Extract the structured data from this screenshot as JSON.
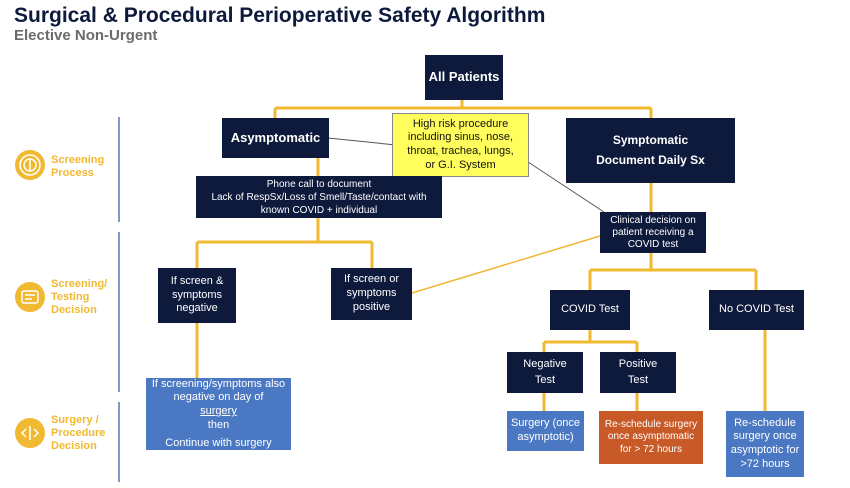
{
  "header": {
    "title": "Surgical & Procedural Perioperative Safety Algorithm",
    "subtitle": "Elective Non-Urgent"
  },
  "stages": [
    {
      "lines": [
        "Screening",
        "Process"
      ],
      "icon": "screening-icon"
    },
    {
      "lines": [
        "Screening/",
        "Testing",
        "Decision"
      ],
      "icon": "testing-icon"
    },
    {
      "lines": [
        "Surgery /",
        "Procedure",
        "Decision"
      ],
      "icon": "decision-arrows-icon"
    }
  ],
  "boxes": {
    "all_patients": {
      "lines": [
        "All Patients"
      ]
    },
    "asymptomatic": {
      "lines": [
        "Asymptomatic"
      ]
    },
    "high_risk": {
      "lines": [
        "High risk procedure",
        "including sinus, nose,",
        "throat, trachea, lungs,",
        "or G.I. System"
      ]
    },
    "symptomatic": {
      "lines": [
        "Symptomatic",
        "Document Daily Sx"
      ]
    },
    "phone_call": {
      "lines": [
        "Phone call to document",
        "Lack of RespSx/Loss of Smell/Taste/contact with",
        "known COVID + individual"
      ]
    },
    "clinical_decision": {
      "lines": [
        "Clinical decision on",
        "patient receiving a",
        "COVID test"
      ]
    },
    "screen_negative": {
      "lines": [
        "If screen &",
        "symptoms",
        "negative"
      ]
    },
    "screen_positive": {
      "lines": [
        "If screen or",
        "symptoms",
        "positive"
      ]
    },
    "covid_test": {
      "lines": [
        "COVID Test"
      ]
    },
    "no_covid_test": {
      "lines": [
        "No  COVID Test"
      ]
    },
    "negative_test": {
      "lines": [
        "Negative",
        "Test"
      ]
    },
    "positive_test": {
      "lines": [
        "Positive",
        "Test"
      ]
    },
    "day_of_surgery": {
      "line1": "If screening/symptoms also",
      "line2_pre": "negative on day of ",
      "line2_link": "surgery",
      "line3": "then",
      "line4": "Continue with surgery"
    },
    "surgery_once": {
      "lines": [
        "Surgery (once",
        "asymptotic)"
      ]
    },
    "reschedule_72": {
      "lines": [
        "Re-schedule surgery",
        "once  asymptomatic",
        "for > 72 hours"
      ]
    },
    "reschedule_gt72": {
      "lines": [
        "Re-schedule",
        "surgery once",
        "asymptotic for",
        ">72 hours"
      ]
    }
  },
  "colors": {
    "navy": "#0e1a3c",
    "connector_gold": "#f1b832",
    "stage_gold": "#f1b832",
    "highlight_yellow": "#fffe5c",
    "result_blue": "#4a78c2",
    "result_orange": "#c85a27",
    "divider_blue": "#7f99c9"
  }
}
